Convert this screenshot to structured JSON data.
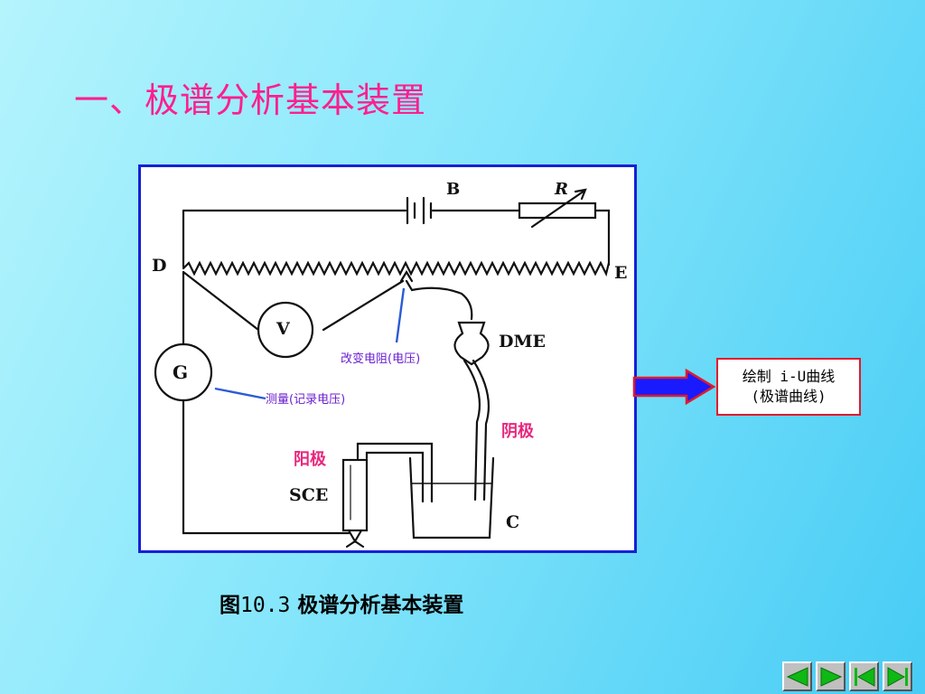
{
  "slide": {
    "title": "一、极谱分析基本装置",
    "caption_prefix": "图",
    "caption_number": "10.3",
    "caption_text": "极谱分析基本装置"
  },
  "diagram": {
    "labels": {
      "battery": "B",
      "resistor": "R",
      "slidewire_left": "D",
      "slidewire_right": "E",
      "voltmeter": "V",
      "galvanometer": "G",
      "dme": "DME",
      "sce": "SCE",
      "cell": "C"
    },
    "annotations": {
      "change_resistance": "改变电阻(电压)",
      "measure": "测量(记录电压)",
      "cathode": "阴极",
      "anode": "阳极"
    }
  },
  "result_box": {
    "line1": "绘制 i-U曲线",
    "line2": "(极谱曲线)"
  },
  "colors": {
    "title": "#ff1f8e",
    "frame_border": "#1720d6",
    "annotation_pink": "#e8267d",
    "annotation_purple": "#6b1fd0",
    "annotation_line": "#2a5bd7",
    "arrow_fill": "#1a1aff",
    "box_border": "#e3192a",
    "nav_arrow": "#0fb814"
  },
  "nav": [
    {
      "icon": "prev-arrow-icon"
    },
    {
      "icon": "next-arrow-icon"
    },
    {
      "icon": "first-slide-icon"
    },
    {
      "icon": "last-slide-icon"
    }
  ]
}
